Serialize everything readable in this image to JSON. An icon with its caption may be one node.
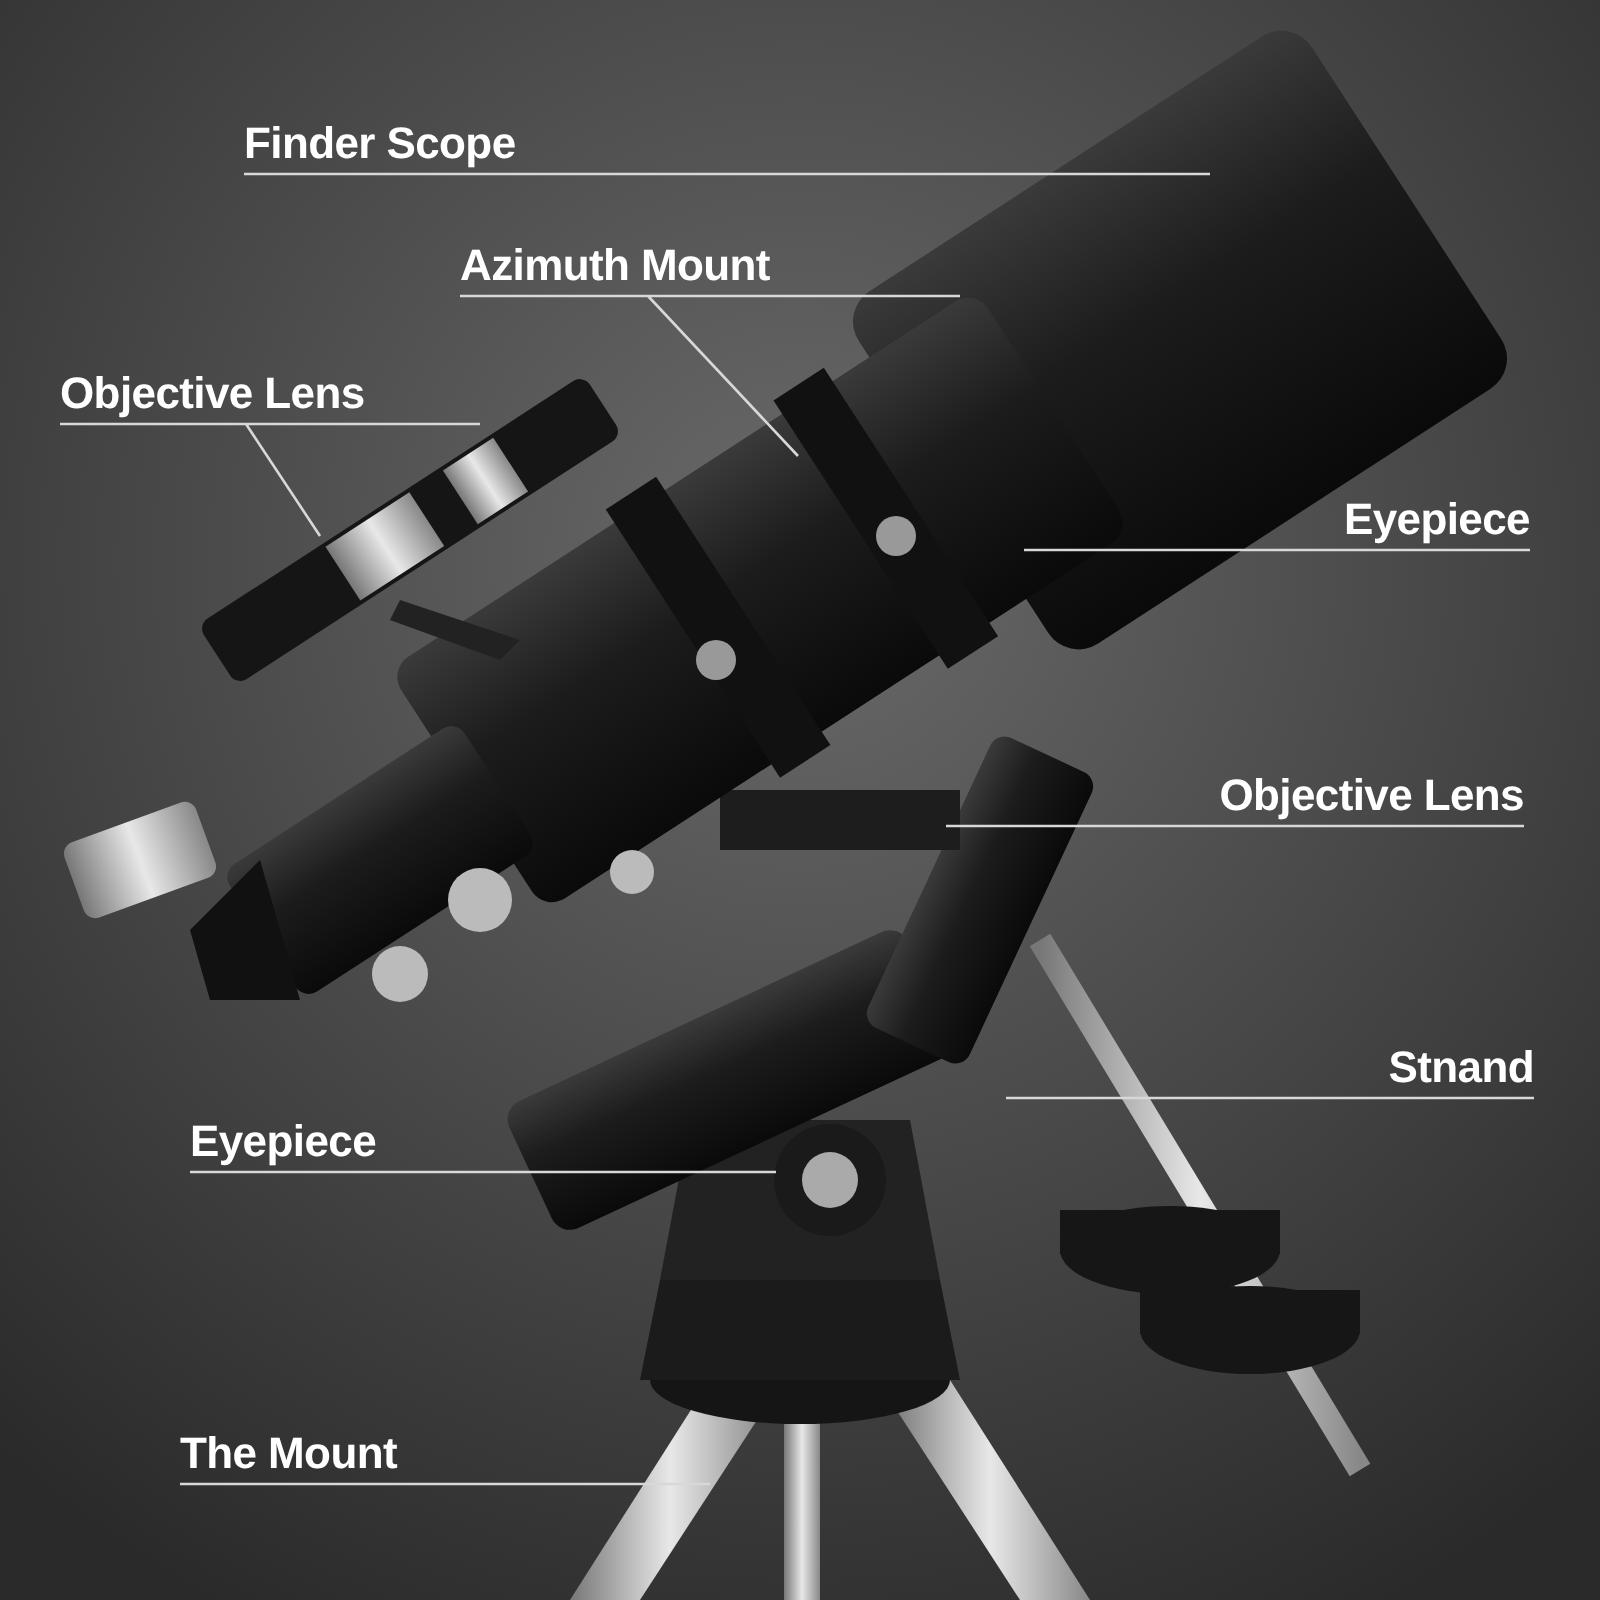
{
  "diagram": {
    "nodes": [
      {
        "text": [
          "Finder Scope"
        ]
      },
      {
        "text": [
          "Azimuth Mount"
        ]
      },
      {
        "text": [
          "Objective Lens"
        ]
      },
      {
        "text": [
          "Eyepiece"
        ]
      },
      {
        "text": [
          "Objective Lens"
        ]
      },
      {
        "text": [
          "Stnand"
        ]
      },
      {
        "text": [
          "Eyepiece"
        ]
      },
      {
        "text": [
          "The Mount"
        ]
      }
    ],
    "edges": [
      {
        "from": 0,
        "to": null,
        "arrow": "none"
      },
      {
        "from": 1,
        "to": null,
        "arrow": "none"
      },
      {
        "from": 2,
        "to": null,
        "arrow": "none"
      },
      {
        "from": 3,
        "to": null,
        "arrow": "none"
      },
      {
        "from": 4,
        "to": null,
        "arrow": "none"
      },
      {
        "from": 5,
        "to": null,
        "arrow": "none"
      },
      {
        "from": 6,
        "to": null,
        "arrow": "none"
      },
      {
        "from": 7,
        "to": null,
        "arrow": "none"
      }
    ]
  }
}
